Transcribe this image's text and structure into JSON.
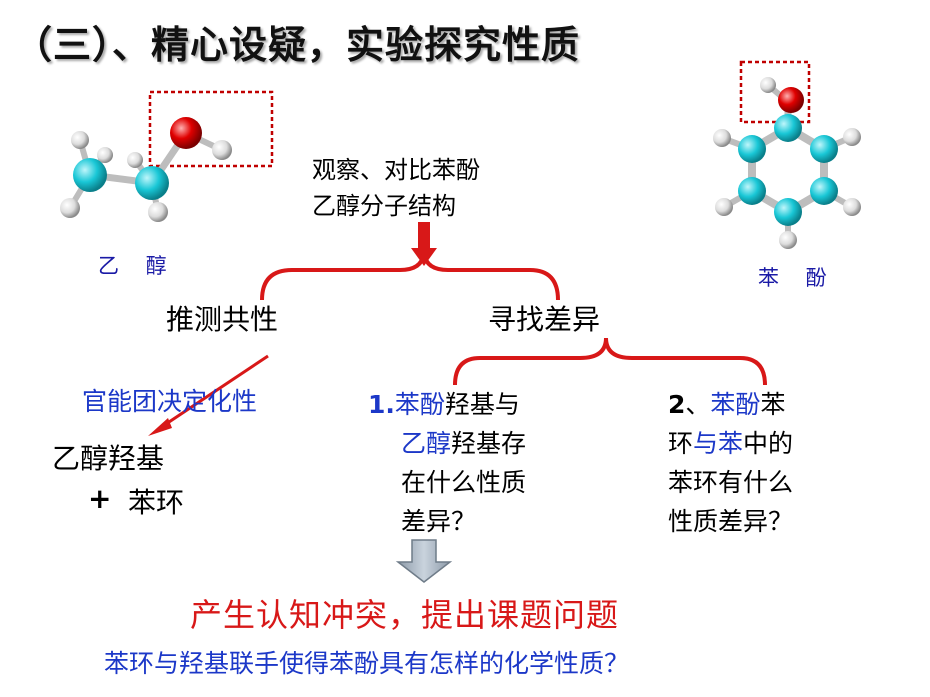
{
  "title": "（三）、精心设疑，实验探究性质",
  "molecules": {
    "ethanol_label": "乙 醇",
    "phenol_label": "苯 酚"
  },
  "observe": {
    "line1": "观察、对比苯酚",
    "line2": "乙醇分子结构"
  },
  "branches": {
    "left": "推测共性",
    "right": "寻找差异"
  },
  "commonality": {
    "note": "官能团决定化性",
    "line1": "乙醇羟基",
    "plus": "+",
    "line2": "苯环"
  },
  "difference1": {
    "number": "1.",
    "line1_blue": "苯酚",
    "line1_rest": "羟基与",
    "line2_blue": "乙醇",
    "line2_rest": "羟基存",
    "line3": "在什么性质",
    "line4": "差异？"
  },
  "difference2": {
    "number": "2",
    "sep": "、",
    "line1_blue": "苯酚",
    "line1_rest": "苯",
    "line2_a": "环",
    "line2_blue": "与苯",
    "line2_rest": "中的",
    "line3": "苯环有什么",
    "line4": "性质差异？"
  },
  "conclusion": {
    "conflict": "产生认知冲突，提出课题问题",
    "question": "苯环与羟基联手使得苯酚具有怎样的化学性质？"
  },
  "colors": {
    "accent_red": "#d81818",
    "text_blue": "#1c38c8",
    "carbon_cyan": "#19c7d6",
    "oxygen_red": "#e00000",
    "hydrogen_white": "#e8e8e8",
    "arrow_gray": "#a9b6c4"
  }
}
